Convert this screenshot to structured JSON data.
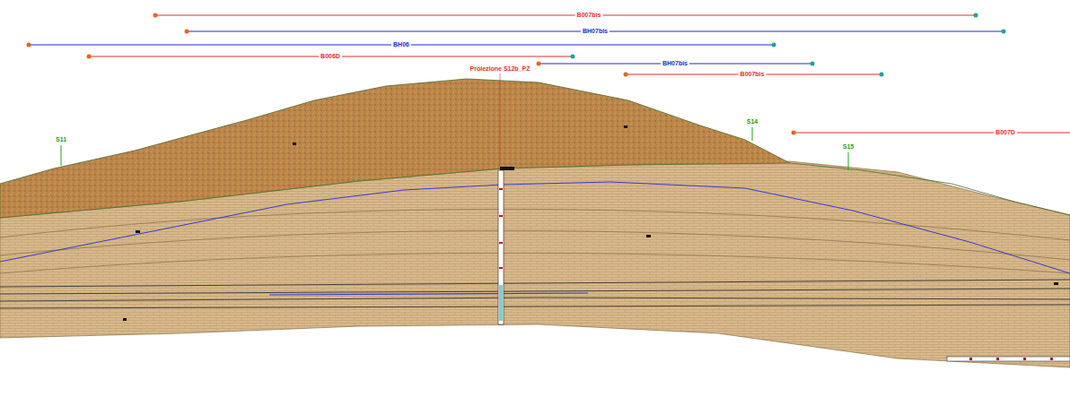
{
  "diagram": {
    "labels": [
      "B007bis",
      "BH07bis",
      "BH06",
      "B006D",
      "Proiezione S12b_PZ",
      "BH07bis",
      "B007bis",
      "S14",
      "S11",
      "S15",
      "B007D"
    ]
  }
}
